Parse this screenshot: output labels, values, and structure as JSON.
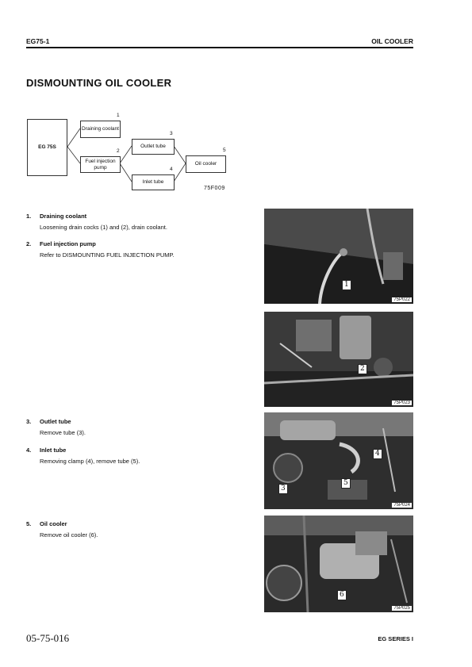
{
  "header": {
    "left": "EG75-1",
    "right": "OIL COOLER"
  },
  "title": "DISMOUNTING OIL COOLER",
  "diagram": {
    "root": "EG 75S",
    "nodes": [
      {
        "label": "Draining coolant",
        "num": "1"
      },
      {
        "label": "Fuel injection pump",
        "num": "2"
      },
      {
        "label": "Outlet tube",
        "num": "3"
      },
      {
        "label": "Inlet tube",
        "num": "4"
      },
      {
        "label": "Oil cooler",
        "num": "5"
      }
    ],
    "code": "75F009"
  },
  "steps": [
    {
      "num": "1.",
      "title": "Draining coolant",
      "body": "Loosening drain cocks (1) and (2), drain coolant."
    },
    {
      "num": "2.",
      "title": "Fuel injection pump",
      "body": "Refer to DISMOUNTING FUEL INJECTION PUMP."
    },
    {
      "num": "3.",
      "title": "Outlet tube",
      "body": "Remove tube (3)."
    },
    {
      "num": "4.",
      "title": "Inlet tube",
      "body": "Removing clamp (4), remove tube (5)."
    },
    {
      "num": "5.",
      "title": "Oil cooler",
      "body": "Remove oil cooler (6)."
    }
  ],
  "photos": [
    {
      "caption": "75P022",
      "tags": [
        "1"
      ]
    },
    {
      "caption": "75P023",
      "tags": [
        "2"
      ]
    },
    {
      "caption": "75P024",
      "tags": [
        "3",
        "4",
        "5"
      ]
    },
    {
      "caption": "75P025",
      "tags": [
        "6"
      ]
    }
  ],
  "footer": {
    "left": "05-75-016",
    "right": "EG SERIES I"
  }
}
